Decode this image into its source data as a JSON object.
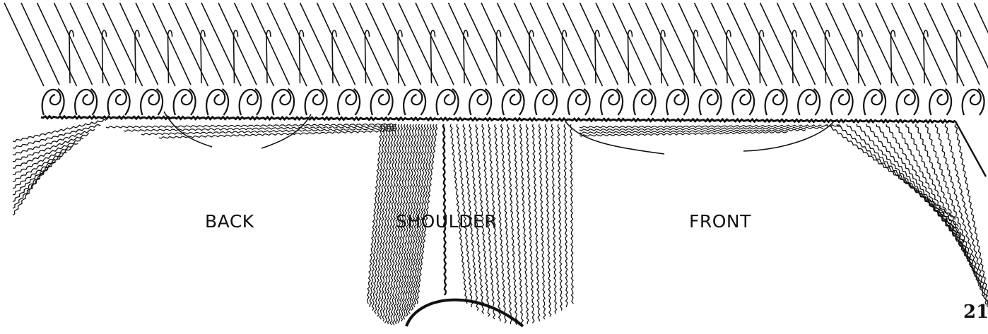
{
  "diagram": {
    "labels": {
      "back": "BACK",
      "shoulder": "SHOULDER",
      "front": "FRONT"
    },
    "page_number": "21"
  },
  "colors": {
    "ink": "#111111",
    "paper": "#ffffff"
  }
}
